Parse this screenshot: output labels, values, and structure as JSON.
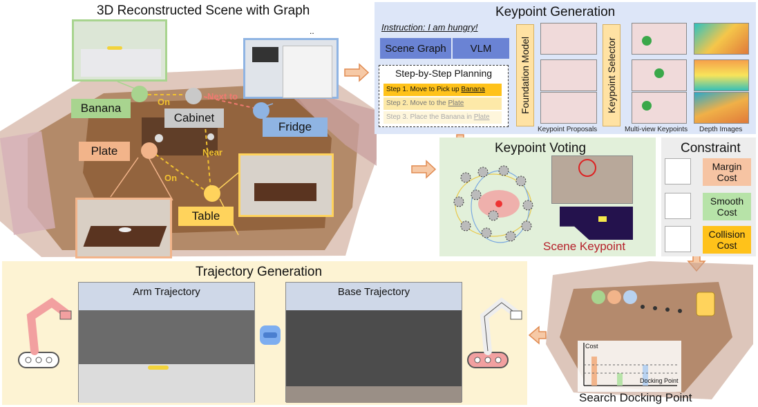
{
  "scene": {
    "title": "3D Reconstructed Scene with Graph",
    "nodes": {
      "banana": "Banana",
      "cabinet": "Cabinet",
      "fridge": "Fridge",
      "plate": "Plate",
      "table": "Table"
    },
    "edges": {
      "on_top": "On",
      "next_to": "Next to",
      "near": "Near",
      "on_bottom": "On"
    },
    "ellipsis": ".."
  },
  "keypoint_generation": {
    "title": "Keypoint Generation",
    "instruction": "Instruction: I am hungry!",
    "scene_graph": "Scene Graph",
    "vlm": "VLM",
    "planning_title": "Step-by-Step Planning",
    "steps": [
      {
        "prefix": "Step 1. Move to Pick up ",
        "object": "Banana"
      },
      {
        "prefix": "Step 2. Move to the ",
        "object": "Plate"
      },
      {
        "prefix": "Step 3. Place the Banana in ",
        "object": "Plate"
      }
    ],
    "foundation_model": "Foundation Model",
    "keypoint_selector": "Keypoint Selector",
    "caption_proposals": "Keypoint Proposals",
    "caption_multiview": "Multi-view Keypoints",
    "caption_depth": "Depth Images"
  },
  "keypoint_voting": {
    "title": "Keypoint Voting",
    "scene_keypoint": "Scene Keypoint"
  },
  "constraint": {
    "title": "Constraint",
    "costs": [
      {
        "label": "Margin Cost",
        "color": "#f6c4a3"
      },
      {
        "label": "Smooth Cost",
        "color": "#b7e3a8"
      },
      {
        "label": "Collision Cost",
        "color": "#ffc21a"
      }
    ]
  },
  "trajectory": {
    "title": "Trajectory Generation",
    "arm": "Arm Trajectory",
    "base": "Base Trajectory"
  },
  "docking": {
    "title": "Search Docking Point",
    "y_axis": "Cost",
    "x_axis": "Docking Point"
  },
  "colors": {
    "banana": "#a8d48f",
    "cabinet": "#c9c9c9",
    "fridge": "#8fb4e3",
    "plate": "#f2b48a",
    "table": "#ffd35c",
    "arrow": "#f0a06a",
    "kp_panel": "#dde6f8",
    "voting_panel": "#e2f0da",
    "traj_panel": "#fdf3d3"
  }
}
